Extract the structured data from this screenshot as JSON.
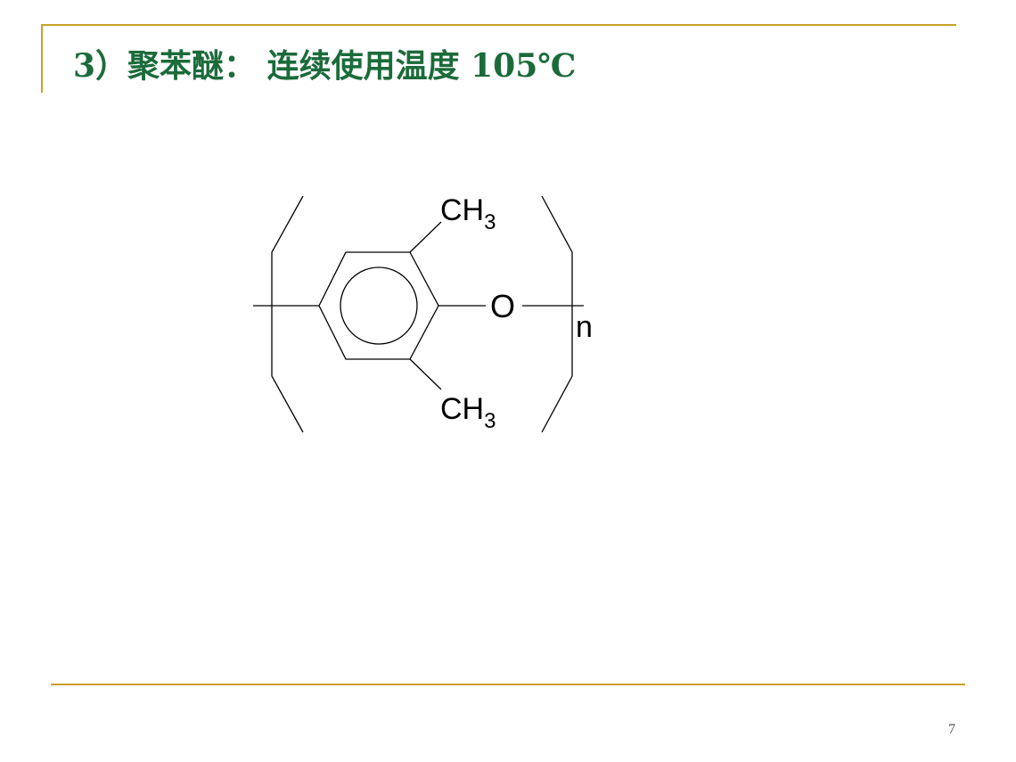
{
  "slide": {
    "title": "3）聚苯醚： 连续使用温度 105℃",
    "page_number": "7"
  },
  "structure": {
    "top_substituent": "CH",
    "top_substituent_subscript": "3",
    "bottom_substituent": "CH",
    "bottom_substituent_subscript": "3",
    "oxygen": "O",
    "repeat_index": "n"
  },
  "colors": {
    "accent_rule": "#c9a227",
    "title_text": "#1b6b3a",
    "structure_line": "#000000"
  }
}
